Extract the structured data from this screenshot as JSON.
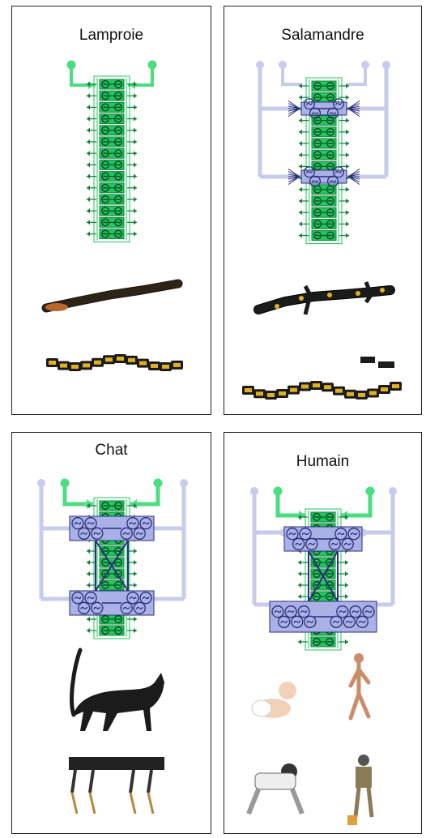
{
  "panels": [
    {
      "id": "lamprey",
      "title": "Lamproie"
    },
    {
      "id": "salamander",
      "title": "Salamandre"
    },
    {
      "id": "cat",
      "title": "Chat"
    },
    {
      "id": "human",
      "title": "Humain"
    }
  ],
  "colors": {
    "green": "#22c55e",
    "green_dark": "#15803d",
    "green_light": "#4ade80",
    "lavender": "#c7cbec",
    "blue_box": "#aab1e6",
    "blue_dark": "#2a2f7a",
    "dark": "#1b1b1b",
    "yellow": "#e0b020"
  },
  "icons": {
    "oscillator": "oscillator-pair-icon",
    "arrows": "arrow-icon",
    "sensory": "sensory-input-icon"
  }
}
